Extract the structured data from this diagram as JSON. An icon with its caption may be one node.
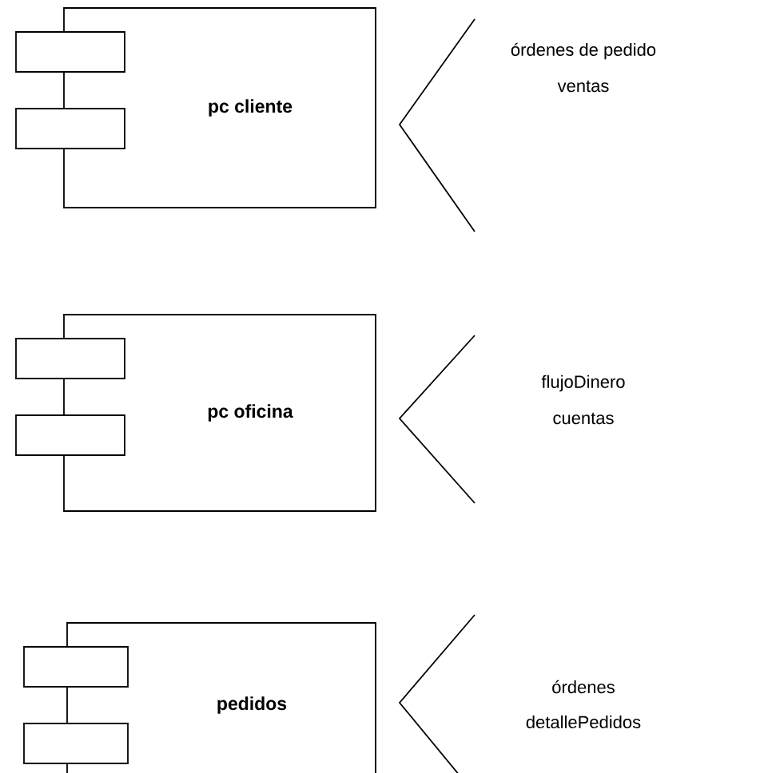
{
  "diagram": {
    "nodes": [
      {
        "text": [
          "pc cliente"
        ],
        "beside": [
          "órdenes de pedido",
          "ventas"
        ]
      },
      {
        "text": [
          "pc oficina"
        ],
        "beside": [
          "flujoDinero",
          "cuentas"
        ]
      },
      {
        "text": [
          "pedidos"
        ],
        "beside": [
          "órdenes",
          "detallePedidos"
        ]
      }
    ]
  }
}
